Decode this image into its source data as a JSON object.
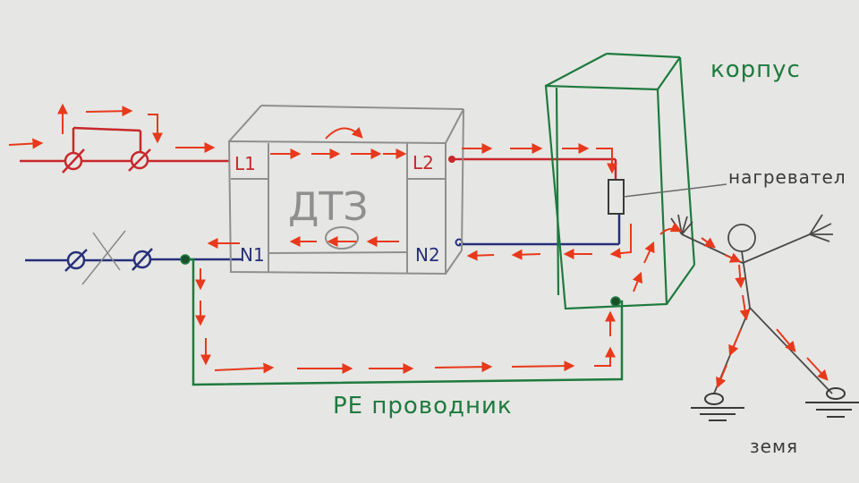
{
  "labels": {
    "device": "ДТЗ",
    "terminal_l1": "L1",
    "terminal_l2": "L2",
    "terminal_n1": "N1",
    "terminal_n2": "N2",
    "enclosure": "корпус",
    "heater": "нагревател",
    "pe_conductor": "PE проводник",
    "earth": "земя"
  },
  "colors": {
    "phase_wire": "#c8282c",
    "neutral_wire": "#27307a",
    "pe_wire": "#1f7a3e",
    "current_arrows": "#e8391c",
    "device_outline": "#8f8f8f",
    "paper": "#e6e7e4"
  }
}
